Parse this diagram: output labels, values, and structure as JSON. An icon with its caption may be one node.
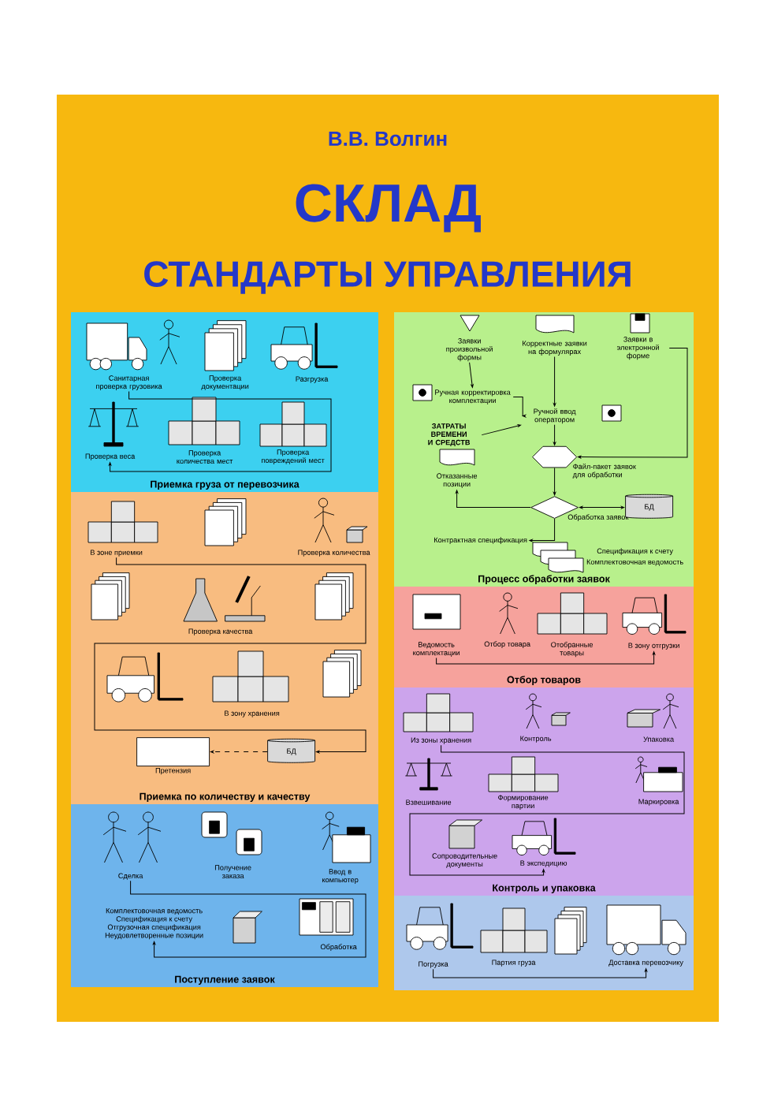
{
  "diagram": {
    "title": "СКЛАД",
    "nodes": [
      {
        "text": [
          "Приемка груза от перевозчика"
        ]
      },
      {
        "text": [
          "Санитарная проверка грузовика"
        ],
        "in": 0
      },
      {
        "text": [
          "Проверка документации"
        ],
        "in": 0
      },
      {
        "text": [
          "Разгрузка"
        ],
        "in": 0
      },
      {
        "text": [
          "Проверка веса"
        ],
        "in": 0
      },
      {
        "text": [
          "Проверка количества мест"
        ],
        "in": 0
      },
      {
        "text": [
          "Проверка повреждений мест"
        ],
        "in": 0
      },
      {
        "text": [
          "Приемка по количеству и качеству"
        ]
      },
      {
        "text": [
          "В зоне приемки"
        ],
        "in": 7
      },
      {
        "text": [
          "Проверка количества"
        ],
        "in": 7
      },
      {
        "text": [
          "Проверка качества"
        ],
        "in": 7
      },
      {
        "text": [
          "В зону хранения"
        ],
        "in": 7
      },
      {
        "text": [
          "Претензия"
        ],
        "in": 7
      },
      {
        "text": [
          "БД"
        ],
        "in": 7
      },
      {
        "text": [
          "Поступление заявок"
        ]
      },
      {
        "text": [
          "Сделка"
        ],
        "in": 14
      },
      {
        "text": [
          "Получение заказа"
        ],
        "in": 14
      },
      {
        "text": [
          "Ввод в компьютер"
        ],
        "in": 14
      },
      {
        "text": [
          "Комплектовочная ведомость",
          "Спецификация к счету",
          "Отгрузочная спецификация",
          "Неудовлетворенные позиции"
        ],
        "in": 14
      },
      {
        "text": [
          "Обработка"
        ],
        "in": 14
      },
      {
        "text": [
          "Процесс обработки заявок"
        ]
      },
      {
        "text": [
          "Заявки произвольной формы"
        ],
        "in": 20
      },
      {
        "text": [
          "Корректные заявки на формулярах"
        ],
        "in": 20
      },
      {
        "text": [
          "Заявки в электронной форме"
        ],
        "in": 20
      },
      {
        "text": [
          "Ручная корректировка комплектации"
        ],
        "in": 20
      },
      {
        "text": [
          "Ручной ввод оператором"
        ],
        "in": 20
      },
      {
        "text": [
          "ЗАТРАТЫ ВРЕМЕНИ И СРЕДСТВ"
        ],
        "in": 20
      },
      {
        "text": [
          "Файл-пакет заявок для обработки"
        ],
        "in": 20
      },
      {
        "text": [
          "Отказанные позиции"
        ],
        "in": 20
      },
      {
        "text": [
          "Обработка заявок"
        ],
        "in": 20
      },
      {
        "text": [
          "БД"
        ],
        "in": 20
      },
      {
        "text": [
          "Контрактная спецификация"
        ],
        "in": 20
      },
      {
        "text": [
          "Спецификация к счету"
        ],
        "in": 20
      },
      {
        "text": [
          "Комплектовочная ведомость"
        ],
        "in": 20
      },
      {
        "text": [
          "Отбор товаров"
        ]
      },
      {
        "text": [
          "Ведомость комплектации"
        ],
        "in": 34
      },
      {
        "text": [
          "Отбор товара"
        ],
        "in": 34
      },
      {
        "text": [
          "Отобранные товары"
        ],
        "in": 34
      },
      {
        "text": [
          "В зону отгрузки"
        ],
        "in": 34
      },
      {
        "text": [
          "Контроль и упаковка"
        ]
      },
      {
        "text": [
          "Из зоны хранения"
        ],
        "in": 39
      },
      {
        "text": [
          "Контроль"
        ],
        "in": 39
      },
      {
        "text": [
          "Упаковка"
        ],
        "in": 39
      },
      {
        "text": [
          "Взвешивание"
        ],
        "in": 39
      },
      {
        "text": [
          "Формирование партии"
        ],
        "in": 39
      },
      {
        "text": [
          "Маркировка"
        ],
        "in": 39
      },
      {
        "text": [
          "Сопроводительные документы"
        ],
        "in": 39
      },
      {
        "text": [
          "В экспедицию"
        ],
        "in": 39
      },
      {
        "text": [],
        "shape": "box"
      },
      {
        "text": [
          "Погрузка"
        ],
        "in": 48
      },
      {
        "text": [
          "Партия груза"
        ],
        "in": 48
      },
      {
        "text": [
          "Доставка перевозчику"
        ],
        "in": 48
      }
    ],
    "edges": [
      {
        "from": 13,
        "to": 12,
        "arrow": "to",
        "style": "dashed"
      },
      {
        "from": 8,
        "to": 13,
        "arrow": "to"
      },
      {
        "from": 21,
        "to": 24,
        "arrow": "to"
      },
      {
        "from": 22,
        "to": 25,
        "arrow": "to"
      },
      {
        "from": 24,
        "to": 25,
        "arrow": "to"
      },
      {
        "from": 26,
        "to": 25,
        "arrow": "to"
      },
      {
        "from": 25,
        "to": 27,
        "arrow": "to"
      },
      {
        "from": 23,
        "to": 27,
        "arrow": "to"
      },
      {
        "from": 27,
        "to": 29,
        "arrow": "to"
      },
      {
        "from": 29,
        "to": 28,
        "arrow": "to"
      },
      {
        "from": 29,
        "to": 30,
        "arrow": "both"
      },
      {
        "from": 29,
        "to": 31,
        "arrow": "to"
      },
      {
        "from": 1,
        "to": 4,
        "arrow": "to"
      },
      {
        "from": 15,
        "to": 18,
        "arrow": "to"
      },
      {
        "from": 35,
        "to": 38,
        "arrow": "to"
      },
      {
        "from": 40,
        "to": 47,
        "arrow": "to"
      },
      {
        "from": 49,
        "to": 51,
        "arrow": "to"
      }
    ],
    "labels": [
      "В.В. Волгин",
      "СТАНДАРТЫ УПРАВЛЕНИЯ"
    ]
  }
}
